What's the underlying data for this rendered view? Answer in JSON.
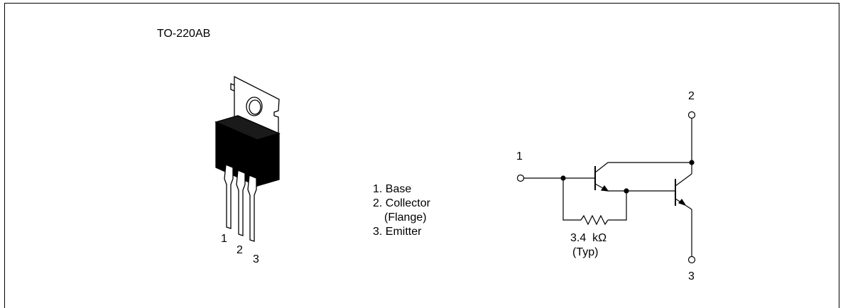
{
  "package": {
    "name": "TO-220AB",
    "lead_labels": [
      "1",
      "2",
      "3"
    ]
  },
  "pin_list": [
    {
      "text": "1. Base"
    },
    {
      "text": "2. Collector"
    },
    {
      "text": "(Flange)",
      "indent": true
    },
    {
      "text": "3. Emitter"
    }
  ],
  "schematic": {
    "pin1": "1",
    "pin2": "2",
    "pin3": "3",
    "resistor_value": "3.4  kΩ",
    "resistor_note": "(Typ)"
  }
}
